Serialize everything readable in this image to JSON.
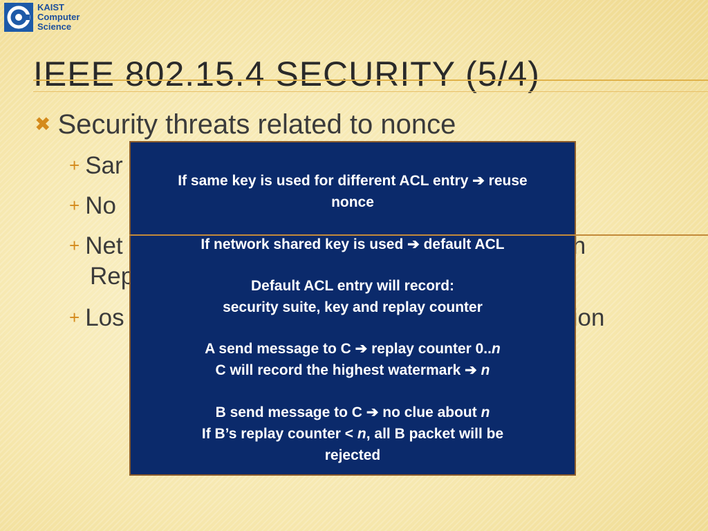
{
  "logo": {
    "line1": "KAIST",
    "line2": "Computer",
    "line3": "Science"
  },
  "title": "IEEE 802.15.4 SECURITY (5/4)",
  "bullet_main": "Security threats related to nonce",
  "sub_bullets": [
    {
      "text": "Sar",
      "continuation": ""
    },
    {
      "text": "No",
      "continuation": ""
    },
    {
      "text": "Net",
      "tail": "th",
      "continuation": "Rep"
    },
    {
      "text": "Los",
      "tail": "tion",
      "continuation": ""
    }
  ],
  "popup": {
    "l1": "If same key is used for different ACL entry",
    "l1_after": " reuse",
    "l2": "nonce",
    "l3": "If network shared key is used",
    "l3_after": " default ACL",
    "l4": "Default ACL entry will record:",
    "l5": "security suite, key and replay counter",
    "l6": "A  send message to C",
    "l6_after": " replay counter 0..",
    "l6_n": "n",
    "l7": "C will record the highest watermark",
    "l7_n": "n",
    "l8": "B send message to C",
    "l8_after": " no clue  about ",
    "l8_n": "n",
    "l9": "If B’s replay counter < ",
    "l9_n": "n",
    "l9_after": ", all B packet will be",
    "l10": "rejected"
  },
  "colors": {
    "popup_bg": "#0b2a6b",
    "accent": "#d48a1c"
  }
}
